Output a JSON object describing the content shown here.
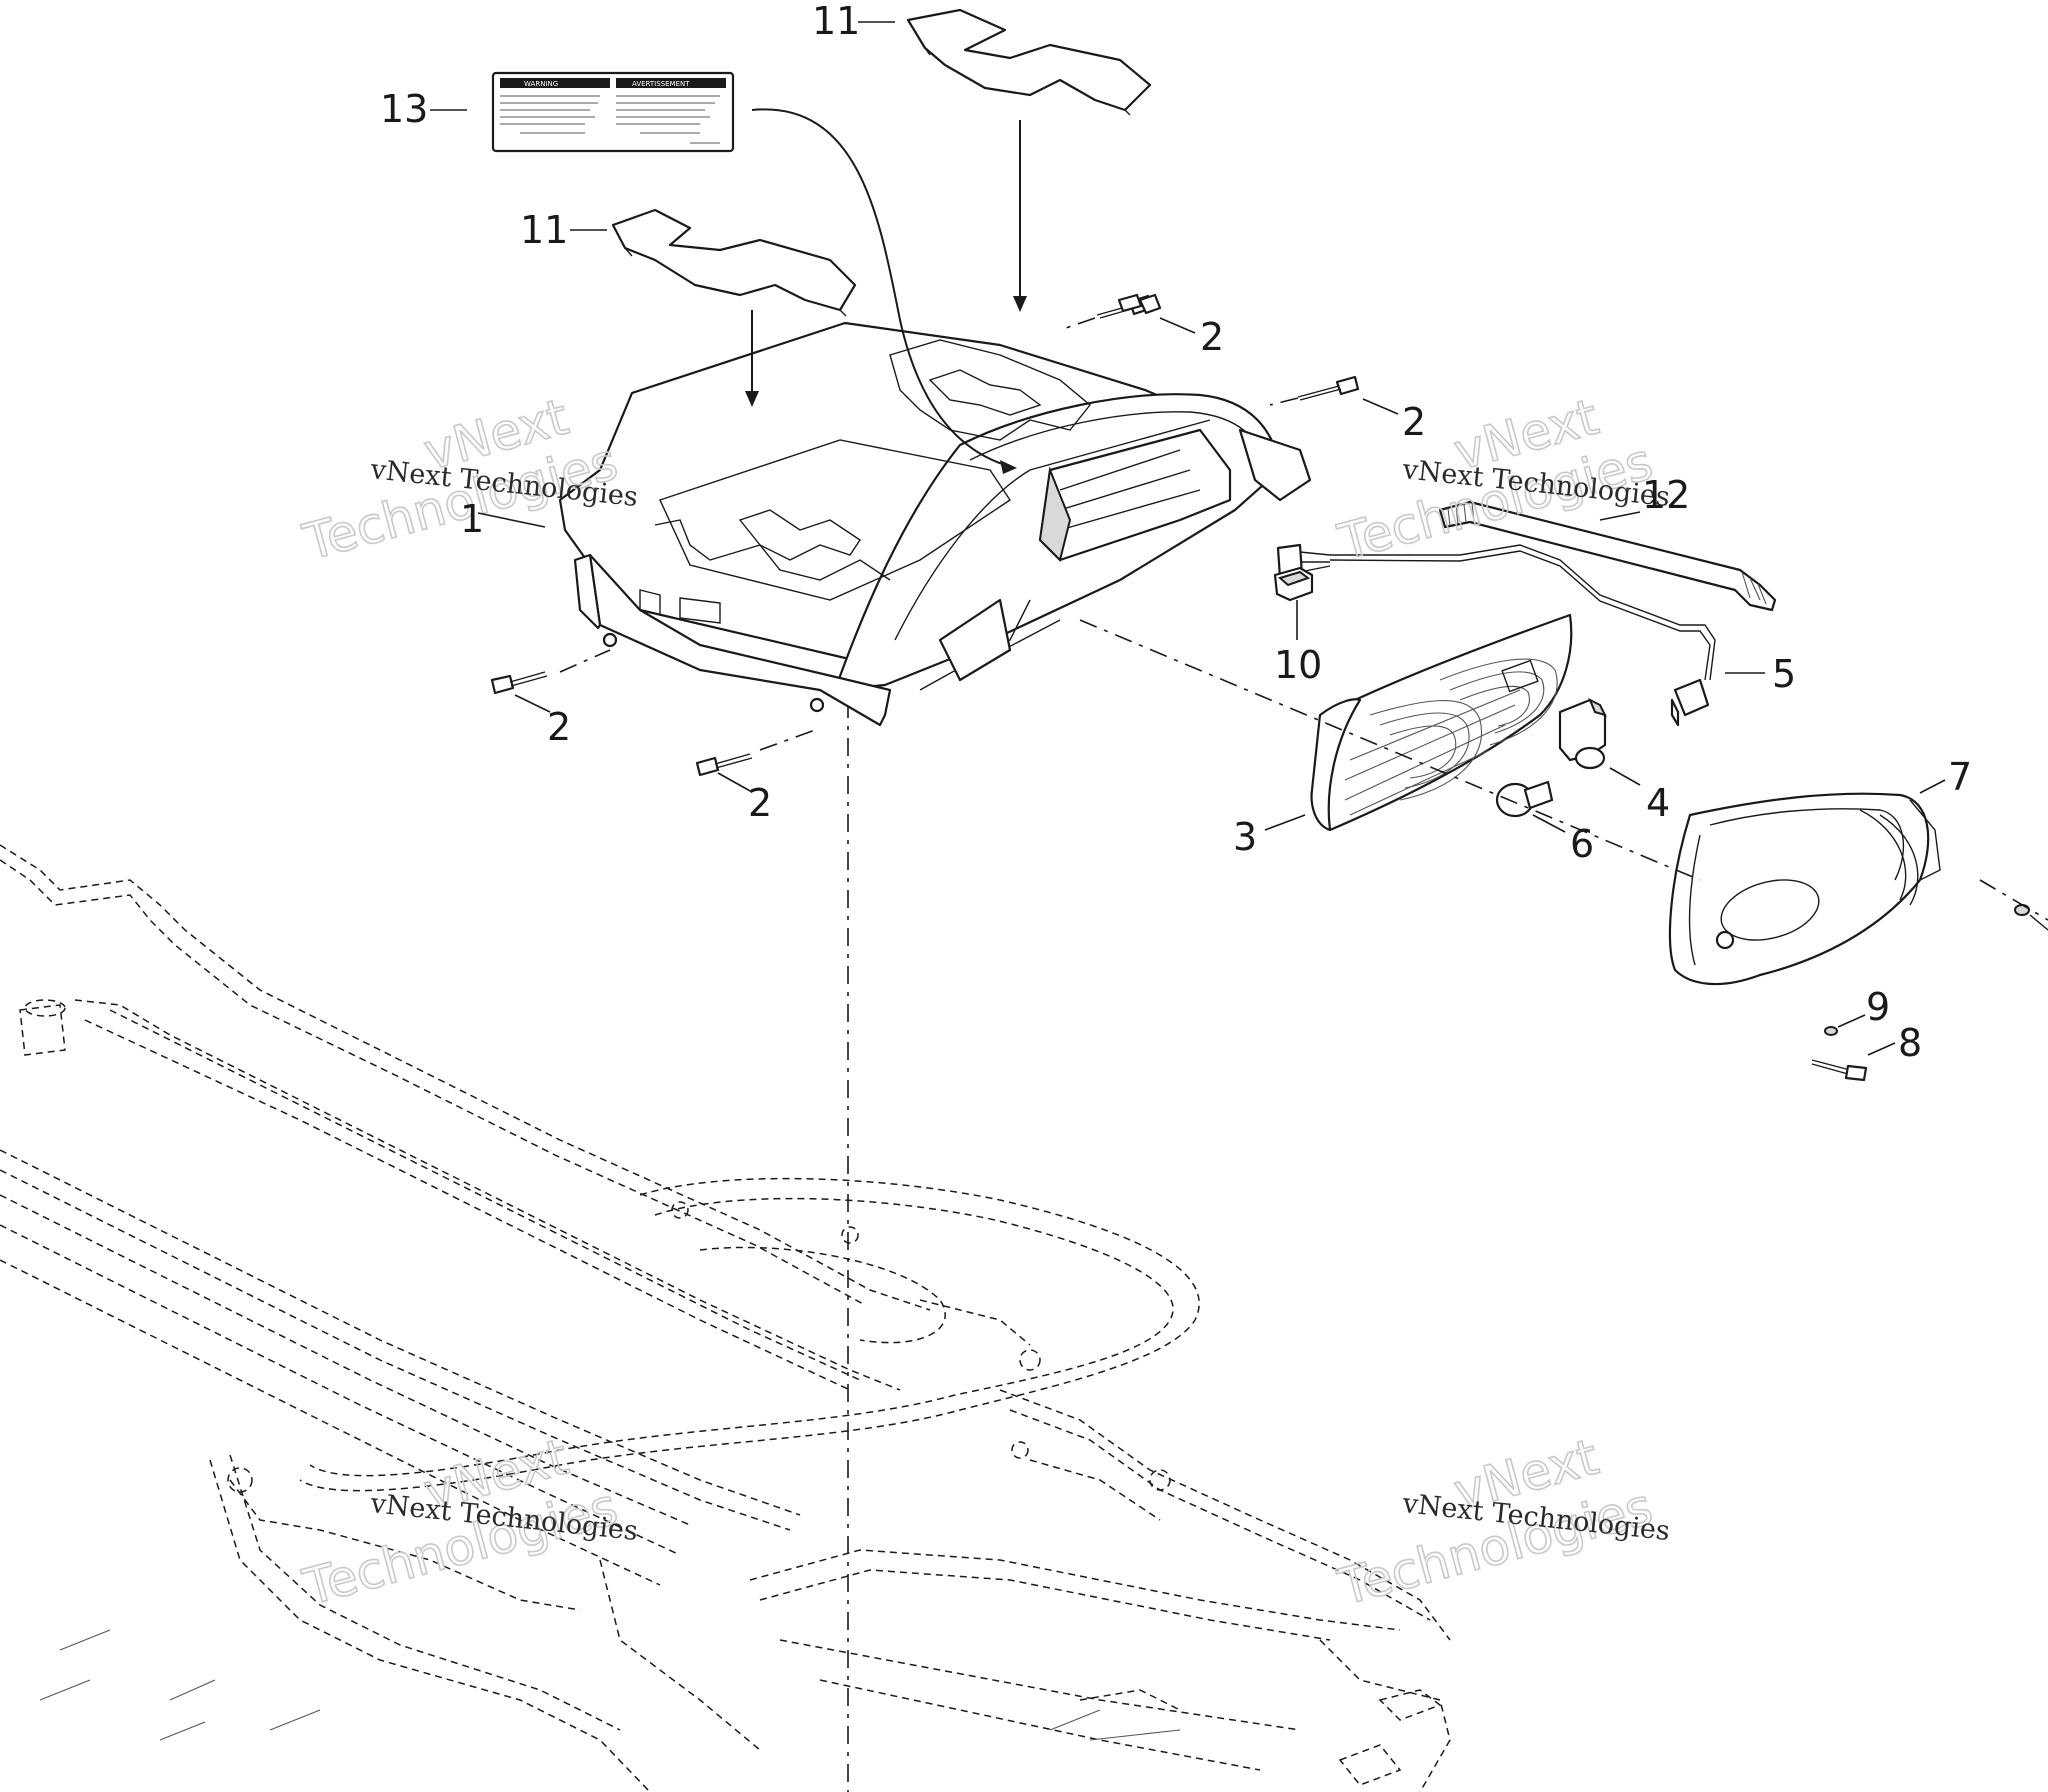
{
  "callouts": [
    {
      "id": "1",
      "label": "1"
    },
    {
      "id": "2a",
      "label": "2"
    },
    {
      "id": "2b",
      "label": "2"
    },
    {
      "id": "2c",
      "label": "2"
    },
    {
      "id": "2d",
      "label": "2"
    },
    {
      "id": "3",
      "label": "3"
    },
    {
      "id": "4",
      "label": "4"
    },
    {
      "id": "5",
      "label": "5"
    },
    {
      "id": "6",
      "label": "6"
    },
    {
      "id": "7",
      "label": "7"
    },
    {
      "id": "8",
      "label": "8"
    },
    {
      "id": "9",
      "label": "9"
    },
    {
      "id": "10",
      "label": "10"
    },
    {
      "id": "11a",
      "label": "11"
    },
    {
      "id": "11b",
      "label": "11"
    },
    {
      "id": "12",
      "label": "12"
    },
    {
      "id": "13",
      "label": "13"
    }
  ],
  "decal": {
    "left_title": "WARNING",
    "right_title": "AVERTISSEMENT"
  },
  "watermark": {
    "line_small": "vNext Technologies",
    "line_big_1": "vNext",
    "line_big_2": "Technologies"
  }
}
